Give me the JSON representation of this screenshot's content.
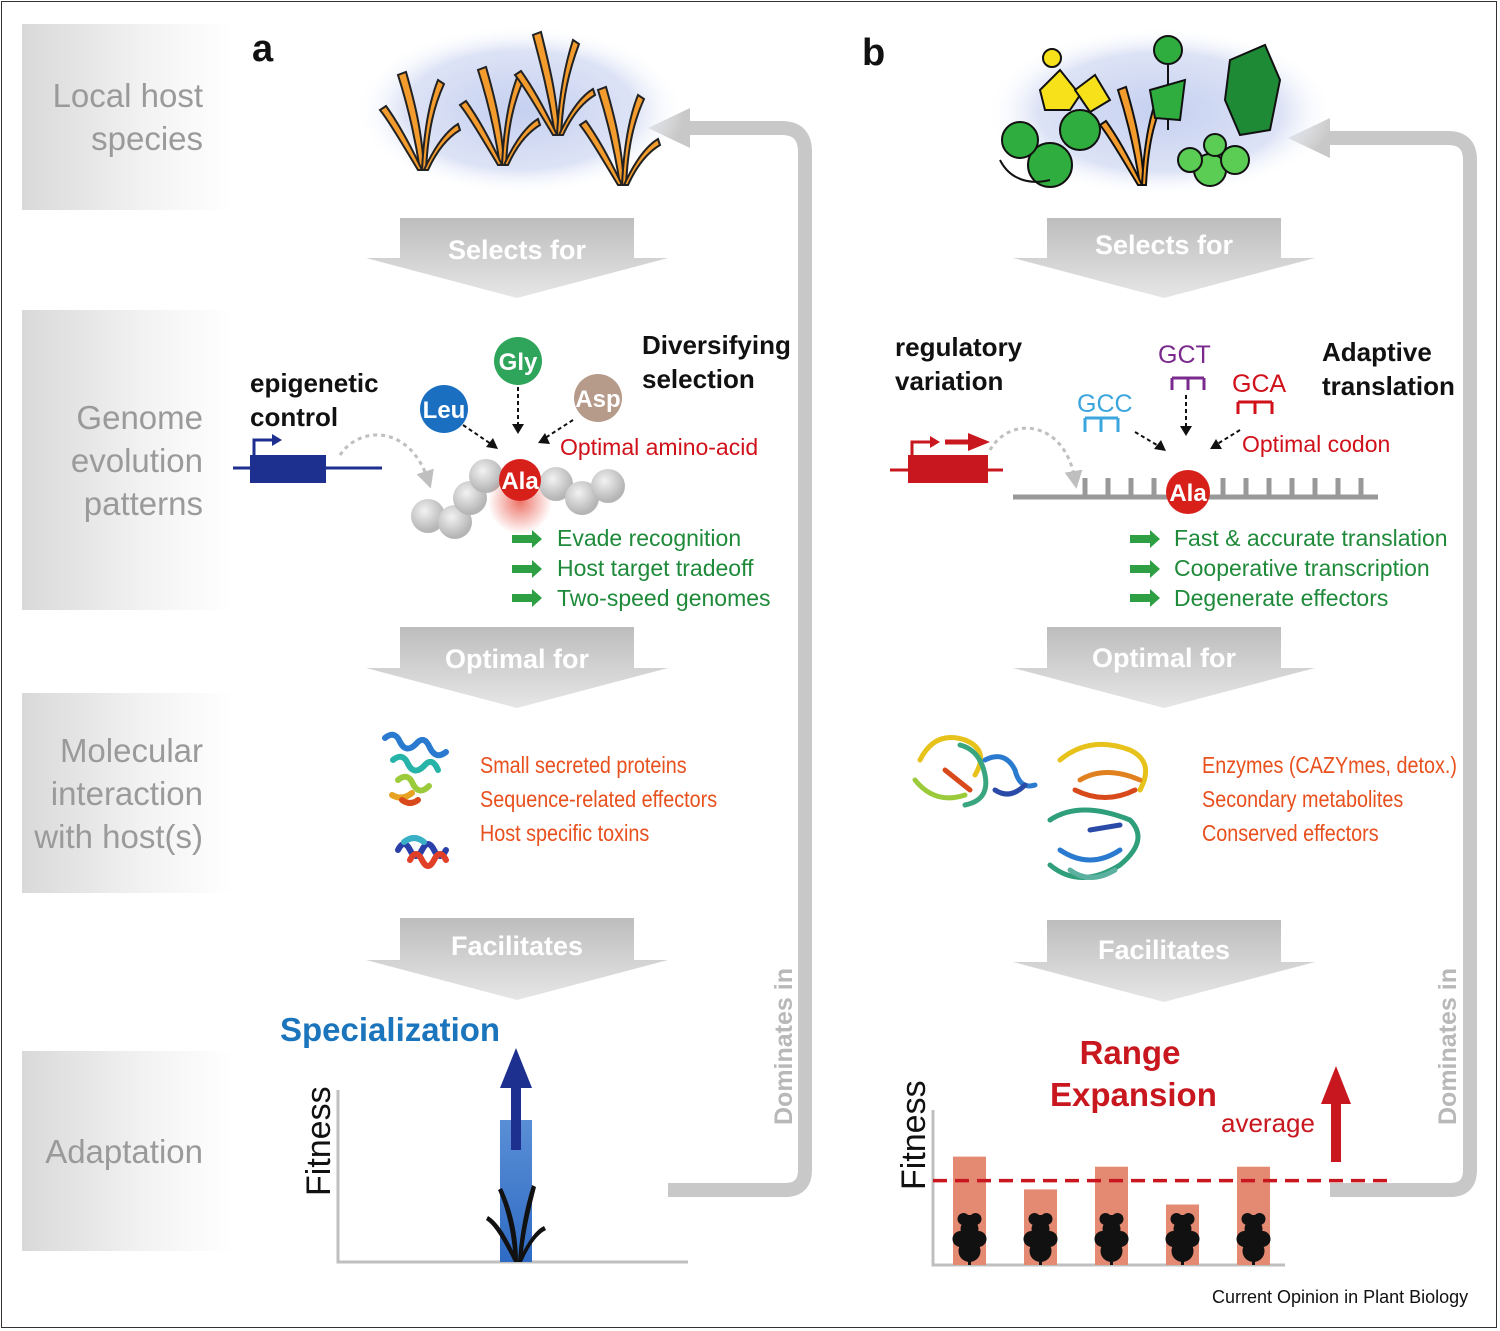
{
  "row_labels": [
    "Local host\nspecies",
    "Genome\nevolution\npatterns",
    "Molecular\ninteraction\nwith host(s)",
    "Adaptation"
  ],
  "panel_a": {
    "letter": "a",
    "selects_for": "Selects for",
    "optimal_for": "Optimal for",
    "facilitates": "Facilitates",
    "epigenetic": "epigenetic\ncontrol",
    "diversifying": "Diversifying\nselection",
    "amino_acids": [
      "Leu",
      "Gly",
      "Asp"
    ],
    "center_aa": "Ala",
    "optimal_label": "Optimal amino-acid",
    "green_items": [
      "Evade recognition",
      "Host target tradeoff",
      "Two-speed genomes"
    ],
    "orange_items": [
      "Small secreted proteins",
      "Sequence-related effectors",
      "Host specific toxins"
    ],
    "outcome": "Specialization",
    "fitness_label": "Fitness",
    "dominates": "Dominates in"
  },
  "panel_b": {
    "letter": "b",
    "selects_for": "Selects for",
    "optimal_for": "Optimal for",
    "facilitates": "Facilitates",
    "regulatory": "regulatory\nvariation",
    "adaptive": "Adaptive\ntranslation",
    "codons": [
      "GCC",
      "GCT",
      "GCA"
    ],
    "center_aa": "Ala",
    "optimal_label": "Optimal codon",
    "green_items": [
      "Fast & accurate translation",
      "Cooperative transcription",
      "Degenerate effectors"
    ],
    "orange_items": [
      "Enzymes (CAZYmes, detox.)",
      "Secondary metabolites",
      "Conserved effectors"
    ],
    "outcome_line1": "Range",
    "outcome_line2": "Expansion",
    "average_label": "average",
    "fitness_label": "Fitness",
    "dominates": "Dominates in",
    "bar_values": [
      0.86,
      0.6,
      0.78,
      0.48,
      0.78
    ],
    "average_value": 0.67
  },
  "footer": "Current Opinion in Plant Biology",
  "colors": {
    "green": "#1e8a3a",
    "orange": "#e8501e",
    "red": "#d0111a",
    "blue": "#1b75bc",
    "navy": "#1d2f8f",
    "gray_label": "#9a9a9a"
  }
}
